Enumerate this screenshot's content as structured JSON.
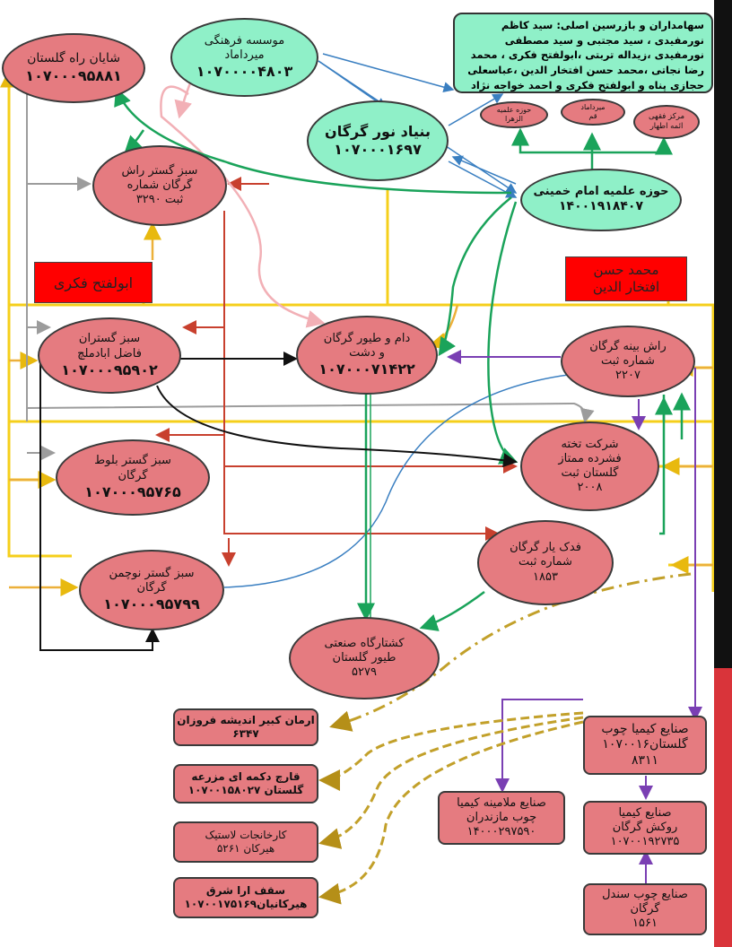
{
  "owners_note": "سهامداران و بازرسین اصلی: سید کاظم نورمفیدی ، سید مجتبی و سید مصطفی نورمفیدی ،زیداله تربتی ،ابولفتح فکری ، محمد رضا نجاتی ،محمد حسن افتخار الدین ،عباسعلی حجازی پناه و ابولفتح فکری و احمد خواجه نژاد",
  "labels": {
    "abolfath": "ابولفتح فکری",
    "eftekhar_1": "محمد حسن",
    "eftekhar_2": "افتخار الدین"
  },
  "nodes": {
    "shayan": {
      "name": "شایان راه گلستان",
      "id": "۱۰۷۰۰۰۹۵۸۸۱"
    },
    "mirdamad_inst": {
      "name_1": "موسسه فرهنگی",
      "name_2": "میرداماد",
      "id": "۱۰۷۰۰۰۰۴۸۰۳"
    },
    "bonyad": {
      "name": "بنیاد نور گرگان",
      "id": "۱۰۷۰۰۰۱۶۹۷"
    },
    "hozeh_khomeini": {
      "name": "حوزه علمیه امام خمینی",
      "id": "۱۴۰۰۱۹۱۸۴۰۷"
    },
    "hozeh_zahra": {
      "name_1": "حوزه علمیه",
      "name_2": "الزهرا"
    },
    "mirdamad_qom": {
      "name_1": "میرداماد",
      "name_2": "قم"
    },
    "fiqh_center": {
      "name_1": "مرکز فقهی",
      "name_2": "ائمه اطهار"
    },
    "sabz_rash": {
      "name_1": "سبز گستر راش",
      "name_2": "گرگان شماره",
      "name_3": "ثبت ۳۲۹۰"
    },
    "sabz_fazel": {
      "name_1": "سبز گستران",
      "name_2": "فاضل ابادملچ",
      "id": "۱۰۷۰۰۰۹۵۹۰۲"
    },
    "dam_tiyur": {
      "name_1": "دام و طیور گرگان",
      "name_2": "و دشت",
      "id": "۱۰۷۰۰۰۷۱۴۲۲"
    },
    "rash_bineh": {
      "name_1": "راش بینه گرگان",
      "name_2": "شماره ثبت",
      "name_3": "۲۲۰۷"
    },
    "takhteh": {
      "name_1": "شرکت تخته",
      "name_2": "فشرده ممتاز",
      "name_3": "گلستان ثبت",
      "name_4": "۲۰۰۸"
    },
    "sabz_balut": {
      "name_1": "سبز گستر بلوط",
      "name_2": "گرگان",
      "id": "۱۰۷۰۰۰۹۵۷۶۵"
    },
    "sabz_nowchaman": {
      "name_1": "سبز گستر نوچمن",
      "name_2": "گرگان",
      "id": "۱۰۷۰۰۰۹۵۷۹۹"
    },
    "fadak": {
      "name_1": "فدک یار گرگان",
      "name_2": "شماره ثبت",
      "name_3": "۱۸۵۳"
    },
    "koshtargah": {
      "name_1": "کشتارگاه صنعتی",
      "name_2": "طیور گلستان",
      "name_3": "۵۲۷۹"
    },
    "arman": {
      "name": "ارمان کبیر اندیشه فروزان",
      "id": "۶۳۴۷"
    },
    "qarch": {
      "name": "قارچ دکمه ای مزرعه",
      "id": "گلستان ۱۰۷۰۰۱۵۸۰۲۷"
    },
    "lastik": {
      "name_1": "کارخانجات لاستیک",
      "name_2": "هیرکان ۵۲۶۱"
    },
    "saqf": {
      "name": "سقف ارا شرق",
      "id": "هیرکانیان۱۰۷۰۰۱۷۵۱۶۹"
    },
    "kimia_golestan": {
      "name_1": "صنایع کیمیا چوب",
      "name_2": "گلستان۱۰۷۰۰۱۶",
      "name_3": "۸۳۱۱"
    },
    "melamine": {
      "name_1": "صنایع ملامینه کیمیا",
      "name_2": "چوب مازندران",
      "id": "۱۴۰۰۰۲۹۷۵۹۰"
    },
    "kimia_rokesh": {
      "name_1": "صنایع کیمیا",
      "name_2": "روکش گرگان",
      "id": "۱۰۷۰۰۱۹۲۷۳۵"
    },
    "sandal": {
      "name_1": "صنایع چوب سندل",
      "name_2": "گرگان",
      "name_3": "۱۵۶۱"
    }
  },
  "colors": {
    "node_red": "#e57b80",
    "node_cyan": "#8ff0c8",
    "blue_edge": "#3a7fc1",
    "green_edge": "#1aa35a",
    "yellow_edge": "#f5cf1b",
    "orange_edge": "#ecb03a",
    "red_edge": "#c8402e",
    "gray_edge": "#9c9c9c",
    "pink_edge": "#f2b0b6",
    "purple_edge": "#7a3fb3",
    "black_edge": "#111111",
    "olive_edge": "#c2a02a"
  }
}
